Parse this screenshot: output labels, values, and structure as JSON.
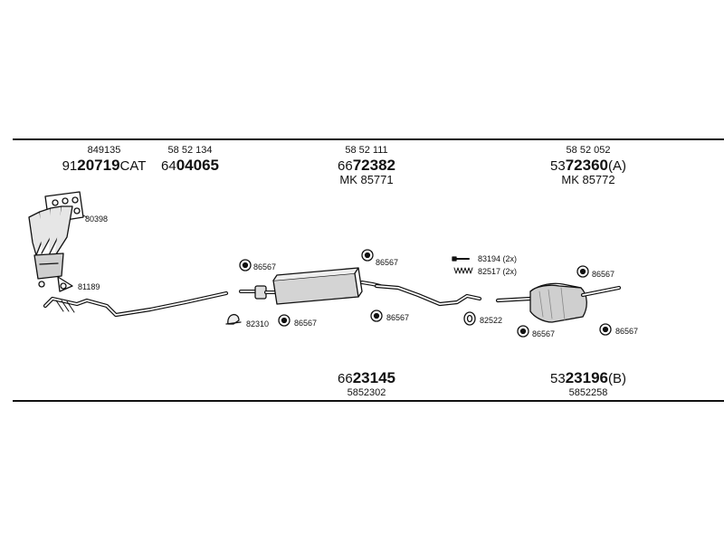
{
  "columns": [
    {
      "sub": "849135",
      "prefix": "91",
      "bold": "20719",
      "suffix": "CAT"
    },
    {
      "sub": "58 52 134",
      "prefix": "64",
      "bold": "04065",
      "suffix": ""
    },
    {
      "sub": "58 52 111",
      "prefix": "66",
      "bold": "72382",
      "suffix": "",
      "mk": "MK  85771"
    },
    {
      "sub": "58 52 052",
      "prefix": "53",
      "bold": "72360",
      "suffix": "(A)",
      "mk": "MK  85772"
    }
  ],
  "footers": [
    {
      "prefix": "66",
      "bold": "23145",
      "suffix": "",
      "sub": "5852302"
    },
    {
      "prefix": "53",
      "bold": "23196",
      "suffix": "(B)",
      "sub": "5852258"
    }
  ],
  "part_labels": {
    "gasket_80398": "80398",
    "gasket_81189": "81189",
    "hanger_86567_a": "86567",
    "hanger_86567_b": "86567",
    "hanger_86567_c": "86567",
    "hanger_86567_d": "86567",
    "hanger_86567_e": "86567",
    "hanger_86567_f": "86567",
    "hanger_86567_g": "86567",
    "clamp_82310": "82310",
    "bolt_83194": "83194 (2x)",
    "spring_82517": "82517 (2x)",
    "ring_82522": "82522"
  }
}
